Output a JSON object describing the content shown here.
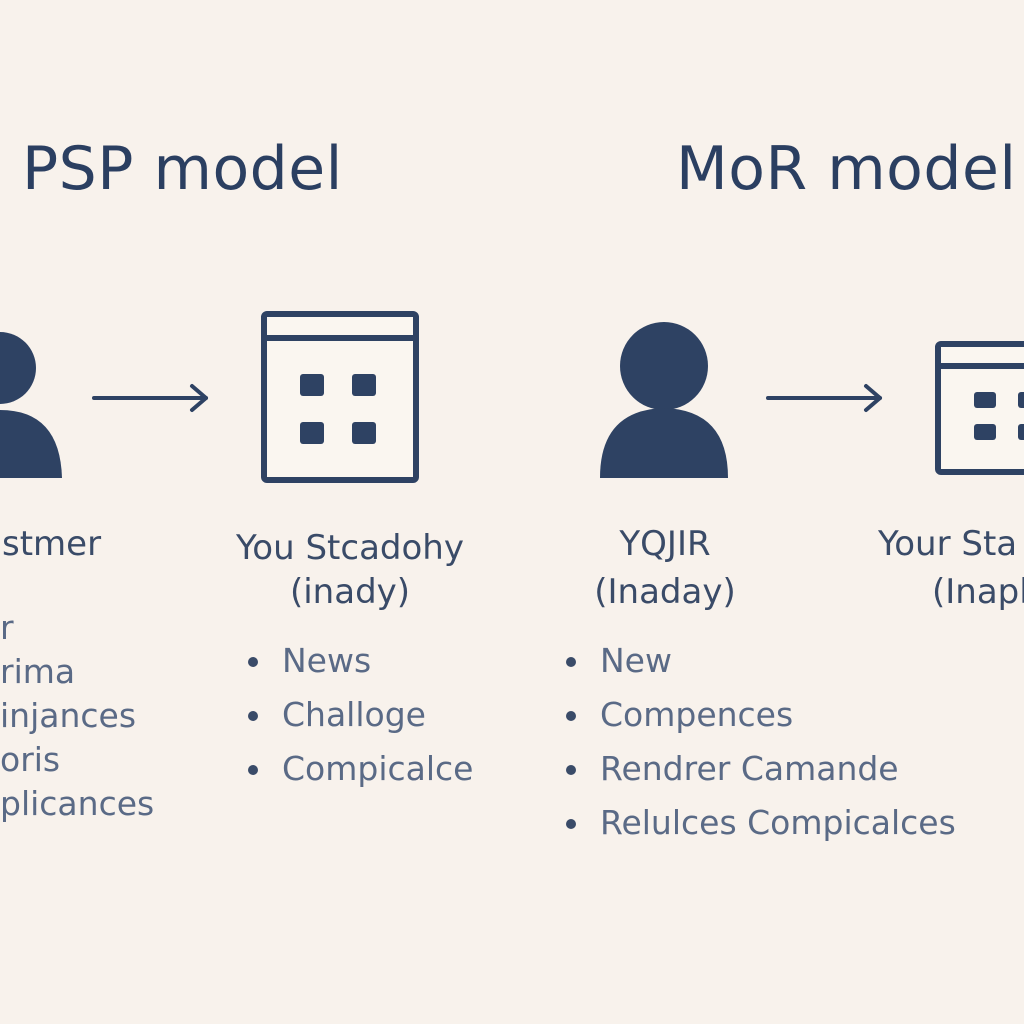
{
  "diagram": {
    "left": {
      "title": "PSP model",
      "customer_label": "stmer",
      "app_label_line1": "You Stcadohy",
      "app_label_line2": "(inady)",
      "left_fragments": [
        "r",
        "rima",
        "injances",
        "oris",
        "plicances"
      ],
      "items": [
        "News",
        "Challoge",
        "Compicalce"
      ]
    },
    "right": {
      "title": "MoR model",
      "user_label_line1": "YQJIR",
      "user_label_line2": "(Inaday)",
      "app_label_line1": "Your Sta",
      "app_label_line2": "(Inapl",
      "items": [
        "New",
        "Compences",
        "Rendrer Camande",
        "Relulces Compicalces"
      ]
    },
    "colors": {
      "background": "#f8f2ec",
      "ink": "#2e4263",
      "icon_fill": "#2e4263",
      "window_fill": "#faf6f0"
    },
    "icons": {
      "person": "person-icon",
      "window": "app-window-icon",
      "arrow": "right-arrow-icon"
    }
  }
}
